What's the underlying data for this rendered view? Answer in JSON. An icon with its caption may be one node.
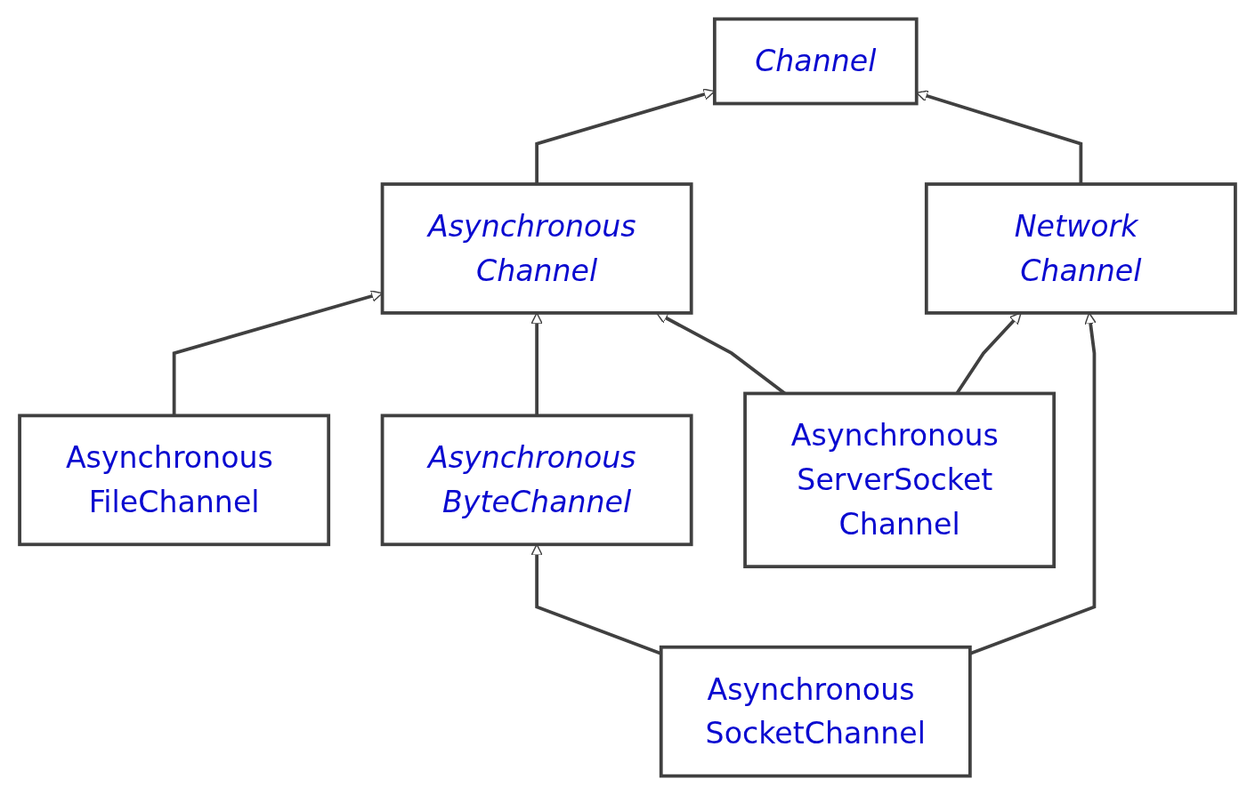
{
  "diagram": {
    "nodes": [
      {
        "text": [
          "Channel"
        ]
      },
      {
        "text": [
          "Asynchronous Channel"
        ]
      },
      {
        "text": [
          "Network Channel"
        ]
      },
      {
        "text": [
          "Asynchronous FileChannel"
        ]
      },
      {
        "text": [
          "Asynchronous ByteChannel"
        ]
      },
      {
        "text": [
          "Asynchronous ServerSocket Channel"
        ]
      },
      {
        "text": [
          "Asynchronous SocketChannel"
        ]
      }
    ],
    "edges": [
      {
        "from": 1,
        "to": 0,
        "arrow": "to"
      },
      {
        "from": 2,
        "to": 0,
        "arrow": "to"
      },
      {
        "from": 3,
        "to": 1,
        "arrow": "to"
      },
      {
        "from": 4,
        "to": 1,
        "arrow": "to"
      },
      {
        "from": 5,
        "to": 1,
        "arrow": "to"
      },
      {
        "from": 5,
        "to": 2,
        "arrow": "to"
      },
      {
        "from": 6,
        "to": 4,
        "arrow": "to"
      },
      {
        "from": 6,
        "to": 2,
        "arrow": "to"
      }
    ]
  }
}
